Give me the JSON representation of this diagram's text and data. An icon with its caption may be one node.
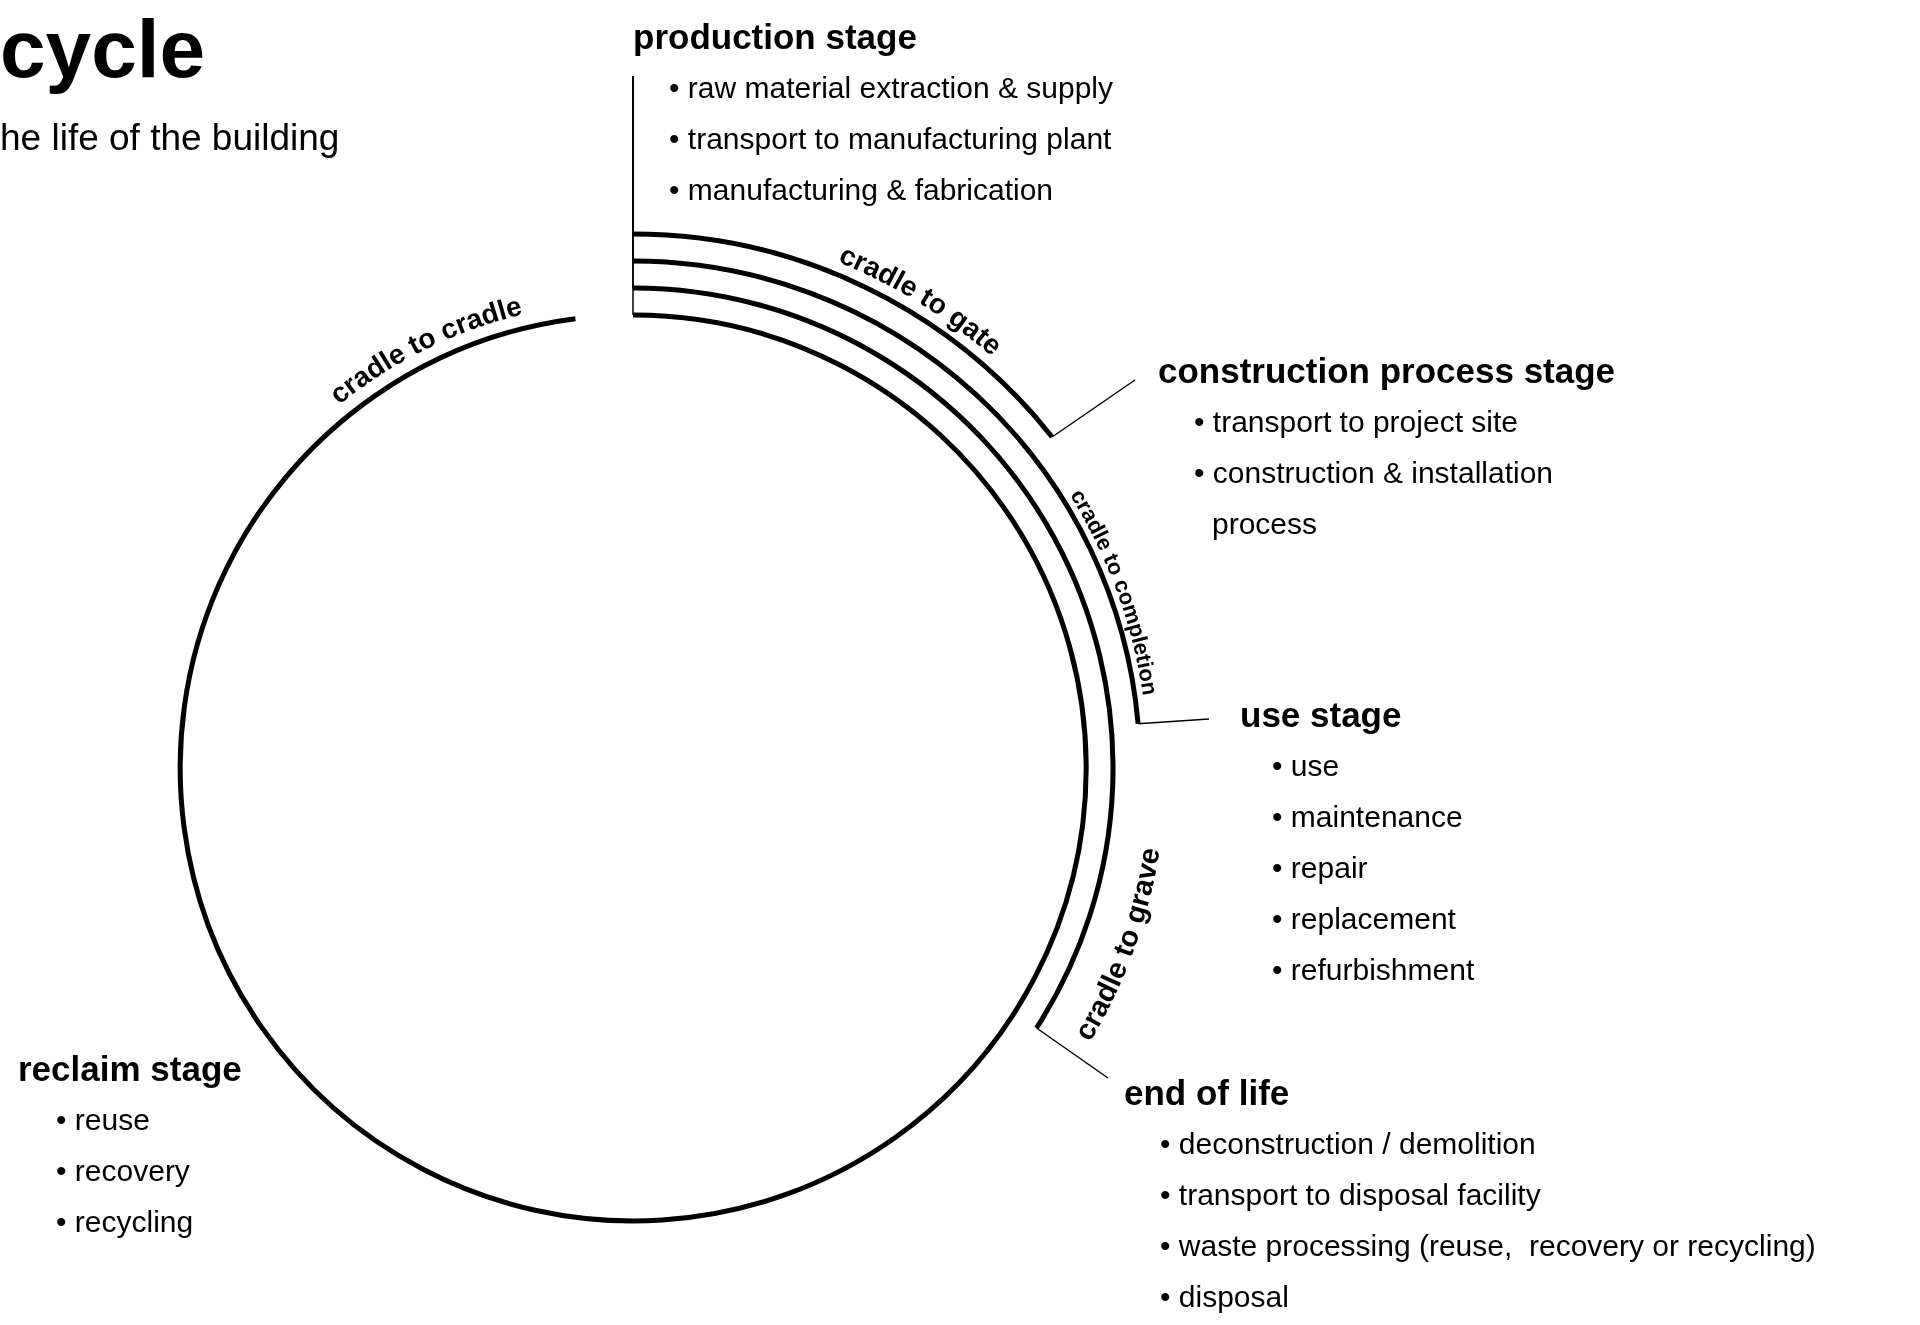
{
  "diagram": {
    "title": "cycle",
    "nodes": [
      {
        "text": [
          "production stage",
          "• raw material extraction & supply",
          "• transport to manufacturing plant",
          "• manufacturing & fabrication"
        ]
      },
      {
        "text": [
          "construction process stage",
          "• transport to project site",
          "• construction & installation process"
        ]
      },
      {
        "text": [
          "use stage",
          "• use",
          "• maintenance",
          "• repair",
          "• replacement",
          "• refurbishment"
        ]
      },
      {
        "text": [
          "end of life",
          "• deconstruction / demolition",
          "• transport to disposal facility",
          "• waste processing (reuse,  recovery or recycling)",
          "• disposal"
        ]
      },
      {
        "text": [
          "reclaim stage",
          "• reuse",
          "• recovery",
          "• recycling"
        ]
      },
      {
        "text": [
          "cradle to cradle"
        ]
      },
      {
        "text": [
          "cradle to gate"
        ]
      },
      {
        "text": [
          "cradle to completion"
        ]
      },
      {
        "text": [
          "cradle to grave"
        ]
      }
    ],
    "edges": [
      {
        "from": 0,
        "to": 5,
        "arrow": "none"
      },
      {
        "from": 0,
        "to": 6,
        "arrow": "none"
      },
      {
        "from": 0,
        "to": 7,
        "arrow": "none"
      },
      {
        "from": 0,
        "to": 8,
        "arrow": "none"
      },
      {
        "from": 1,
        "to": 6,
        "arrow": "none"
      },
      {
        "from": 2,
        "to": 7,
        "arrow": "none"
      },
      {
        "from": 3,
        "to": 8,
        "arrow": "none"
      }
    ],
    "labels": [
      "he life of the building"
    ]
  }
}
